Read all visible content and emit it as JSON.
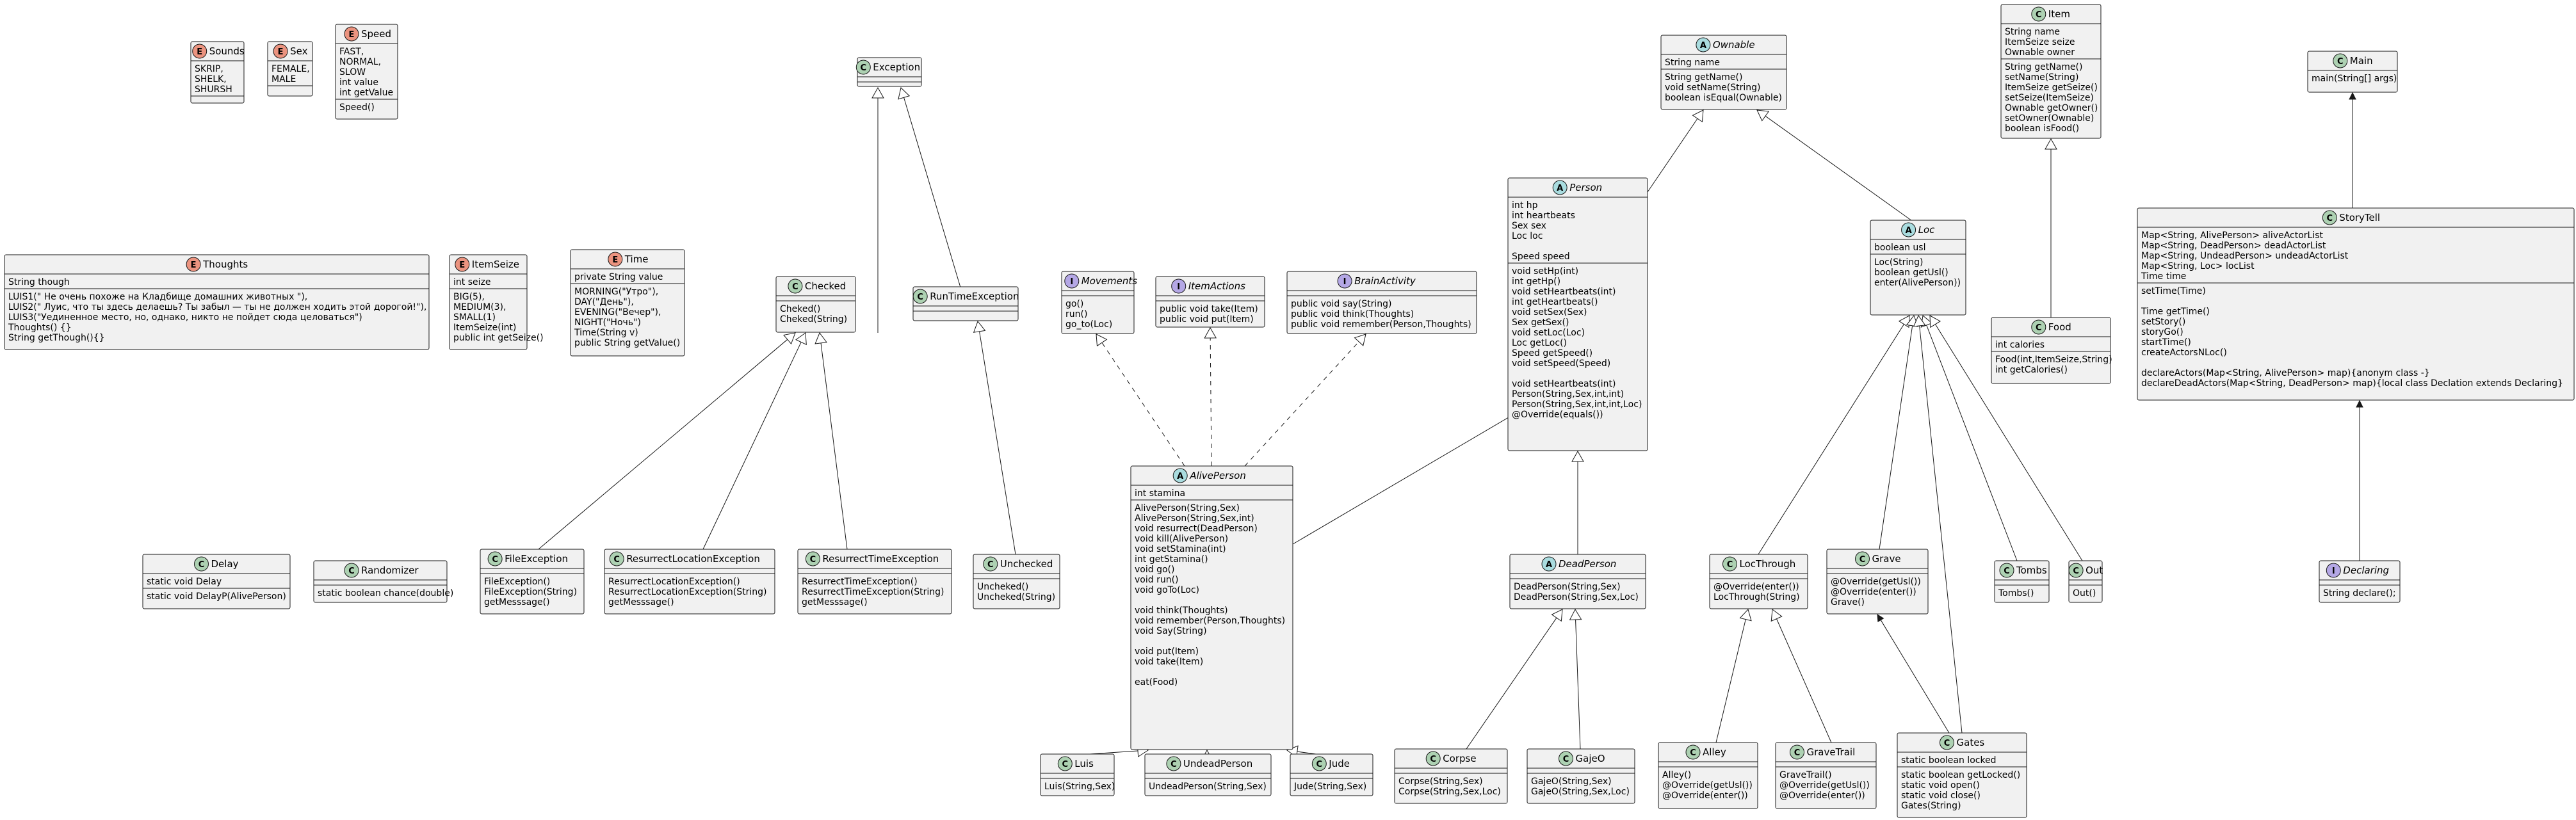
{
  "colors": {
    "class_badge": "#ADD1B2",
    "enum_badge": "#EB937F",
    "interface_badge": "#B4A7E5",
    "abstract_badge": "#A9DCDF",
    "box_fill": "#F1F1F1",
    "line": "#181818"
  },
  "nodes": [
    {
      "id": "Sounds",
      "kind": "E",
      "name": "Sounds",
      "abstract": false,
      "sections": [
        [
          "SKRIP,",
          "SHELK,",
          "SHURSH"
        ],
        []
      ]
    },
    {
      "id": "Sex",
      "kind": "E",
      "name": "Sex",
      "abstract": false,
      "sections": [
        [
          "FEMALE,",
          "MALE"
        ],
        []
      ]
    },
    {
      "id": "Speed",
      "kind": "E",
      "name": "Speed",
      "abstract": false,
      "sections": [
        [
          "FAST,",
          "NORMAL,",
          "SLOW",
          "int value",
          "int getValue"
        ],
        [
          "Speed()"
        ]
      ]
    },
    {
      "id": "Exception",
      "kind": "C",
      "name": "Exception",
      "abstract": false,
      "sections": [
        [],
        []
      ]
    },
    {
      "id": "Ownable",
      "kind": "A",
      "name": "Ownable",
      "abstract": true,
      "sections": [
        [
          "String name"
        ],
        [
          "String getName()",
          "void setName(String)",
          "boolean isEqual(Ownable)"
        ]
      ]
    },
    {
      "id": "Item",
      "kind": "C",
      "name": "Item",
      "abstract": false,
      "sections": [
        [
          "String name",
          "ItemSeize seize",
          "Ownable owner"
        ],
        [
          "String getName()",
          "setName(String)",
          "ItemSeize getSeize()",
          "setSeize(ItemSeize)",
          "Ownable getOwner()",
          "setOwner(Ownable)",
          "boolean isFood()"
        ]
      ]
    },
    {
      "id": "Main",
      "kind": "C",
      "name": "Main",
      "abstract": false,
      "sections": [
        [
          "main(String[] args)"
        ]
      ]
    },
    {
      "id": "Thoughts",
      "kind": "E",
      "name": "Thoughts",
      "abstract": false,
      "sections": [
        [
          "String though"
        ],
        [
          "LUIS1(\" Не очень похоже на Кладбище домашних животных \"),",
          "LUIS2(\" Луис, что ты здесь делаешь? Ты забыл — ты не должен ходить этой дорогой!\"),",
          "LUIS3(\"Уединенное место, но, однако, никто не пойдет сюда целоваться\")",
          "Thoughts() {}",
          "String getThough(){}"
        ]
      ]
    },
    {
      "id": "ItemSeize",
      "kind": "E",
      "name": "ItemSeize",
      "abstract": false,
      "sections": [
        [
          "int seize"
        ],
        [
          "BIG(5),",
          "MEDIUM(3),",
          "SMALL(1)",
          "ItemSeize(int)",
          "public int getSeize()"
        ]
      ]
    },
    {
      "id": "Time",
      "kind": "E",
      "name": "Time",
      "abstract": false,
      "sections": [
        [
          "private String value"
        ],
        [
          "MORNING(\"Утро\"),",
          "DAY(\"День\"),",
          "EVENING(\"Вечер\"),",
          "NIGHT(\"Ночь\")",
          "Time(String v)",
          "public String getValue()"
        ]
      ]
    },
    {
      "id": "Checked",
      "kind": "C",
      "name": "Checked",
      "abstract": false,
      "sections": [
        [],
        [
          "Cheked()",
          "Cheked(String)"
        ]
      ]
    },
    {
      "id": "RunTimeException",
      "kind": "C",
      "name": "RunTimeException",
      "abstract": false,
      "sections": [
        [],
        []
      ]
    },
    {
      "id": "Movements",
      "kind": "I",
      "name": "Movements",
      "abstract": true,
      "sections": [
        [],
        [
          "go()",
          "run()",
          "go_to(Loc)"
        ]
      ]
    },
    {
      "id": "ItemActions",
      "kind": "I",
      "name": "ItemActions",
      "abstract": true,
      "sections": [
        [],
        [
          "public void take(Item)",
          "public void put(Item)"
        ]
      ]
    },
    {
      "id": "BrainActivity",
      "kind": "I",
      "name": "BrainActivity",
      "abstract": true,
      "sections": [
        [],
        [
          "public void say(String)",
          "public void think(Thoughts)",
          "public void remember(Person,Thoughts)"
        ]
      ]
    },
    {
      "id": "Person",
      "kind": "A",
      "name": "Person",
      "abstract": true,
      "sections": [
        [
          "int hp",
          "int heartbeats",
          "Sex sex",
          "Loc loc",
          "",
          "Speed speed"
        ],
        [
          "void setHp(int)",
          "int getHp()",
          "void setHeartbeats(int)",
          "int getHeartbeats()",
          "void setSex(Sex)",
          "Sex getSex()",
          "void setLoc(Loc)",
          "Loc getLoc()",
          "Speed getSpeed()",
          "void setSpeed(Speed)",
          "",
          "void setHeartbeats(int)",
          "Person(String,Sex,int,int)",
          "Person(String,Sex,int,int,Loc)",
          "@Override(equals())"
        ]
      ]
    },
    {
      "id": "Loc",
      "kind": "A",
      "name": "Loc",
      "abstract": true,
      "sections": [
        [
          "boolean usl"
        ],
        [
          "Loc(String)",
          "boolean getUsl()",
          "enter(AlivePerson))"
        ]
      ]
    },
    {
      "id": "Food",
      "kind": "C",
      "name": "Food",
      "abstract": false,
      "sections": [
        [
          "int calories"
        ],
        [
          "Food(int,ItemSeize,String)",
          "int getCalories()"
        ]
      ]
    },
    {
      "id": "StoryTell",
      "kind": "C",
      "name": "StoryTell",
      "abstract": false,
      "sections": [
        [
          "Map<String, AlivePerson> aliveActorList",
          "Map<String, DeadPerson> deadActorList",
          "Map<String, UndeadPerson> undeadActorList",
          "Map<String, Loc> locList",
          "Time time"
        ],
        [
          "setTime(Time)",
          "",
          "Time getTime()",
          "setStory()",
          "storyGo()",
          "startTime()",
          "createActorsNLoc()",
          "",
          "declareActors(Map<String, AlivePerson> map){anonym class -}",
          "declareDeadActors(Map<String, DeadPerson> map){local class Declation extends Declaring}"
        ]
      ]
    },
    {
      "id": "AlivePerson",
      "kind": "A",
      "name": "AlivePerson",
      "abstract": true,
      "sections": [
        [
          "int stamina"
        ],
        [
          "AlivePerson(String,Sex)",
          "AlivePerson(String,Sex,int)",
          "void resurrect(DeadPerson)",
          "void kill(AlivePerson)",
          "void setStamina(int)",
          "int getStamina()",
          "void go()",
          "void run()",
          "void goTo(Loc)",
          "",
          "void think(Thoughts)",
          "void remember(Person,Thoughts)",
          "void Say(String)",
          "",
          "void put(Item)",
          "void take(Item)",
          "",
          "eat(Food)"
        ]
      ]
    },
    {
      "id": "Delay",
      "kind": "C",
      "name": "Delay",
      "abstract": false,
      "sections": [
        [
          "static void Delay"
        ],
        [
          "static void DelayP(AlivePerson)"
        ]
      ]
    },
    {
      "id": "Randomizer",
      "kind": "C",
      "name": "Randomizer",
      "abstract": false,
      "sections": [
        [],
        [
          "static boolean chance(double)"
        ]
      ]
    },
    {
      "id": "FileException",
      "kind": "C",
      "name": "FileException",
      "abstract": false,
      "sections": [
        [],
        [
          "FileException()",
          "FileException(String)",
          "getMesssage()"
        ]
      ]
    },
    {
      "id": "ResurrectLocationException",
      "kind": "C",
      "name": "ResurrectLocationException",
      "abstract": false,
      "sections": [
        [],
        [
          "ResurrectLocationException()",
          "ResurrectLocationException(String)",
          "getMesssage()"
        ]
      ]
    },
    {
      "id": "ResurrectTimeException",
      "kind": "C",
      "name": "ResurrectTimeException",
      "abstract": false,
      "sections": [
        [],
        [
          "ResurrectTimeException()",
          "ResurrectTimeException(String)",
          "getMesssage()"
        ]
      ]
    },
    {
      "id": "Unchecked",
      "kind": "C",
      "name": "Unchecked",
      "abstract": false,
      "sections": [
        [],
        [
          "Uncheked()",
          "Uncheked(String)"
        ]
      ]
    },
    {
      "id": "DeadPerson",
      "kind": "A",
      "name": "DeadPerson",
      "abstract": true,
      "sections": [
        [],
        [
          "DeadPerson(String,Sex)",
          "DeadPerson(String,Sex,Loc)"
        ]
      ]
    },
    {
      "id": "LocThrough",
      "kind": "C",
      "name": "LocThrough",
      "abstract": false,
      "sections": [
        [],
        [
          "@Override(enter())",
          "LocThrough(String)"
        ]
      ]
    },
    {
      "id": "Grave",
      "kind": "C",
      "name": "Grave",
      "abstract": false,
      "sections": [
        [],
        [
          "@Override(getUsl())",
          "@Override(enter())",
          "Grave()"
        ]
      ]
    },
    {
      "id": "Tombs",
      "kind": "C",
      "name": "Tombs",
      "abstract": false,
      "sections": [
        [],
        [
          "Tombs()"
        ]
      ]
    },
    {
      "id": "Out",
      "kind": "C",
      "name": "Out",
      "abstract": false,
      "sections": [
        [],
        [
          "Out()"
        ]
      ]
    },
    {
      "id": "Declaring",
      "kind": "I",
      "name": "Declaring",
      "abstract": true,
      "sections": [
        [],
        [
          "String declare();"
        ]
      ]
    },
    {
      "id": "Luis",
      "kind": "C",
      "name": "Luis",
      "abstract": false,
      "sections": [
        [],
        [
          "Luis(String,Sex)"
        ]
      ]
    },
    {
      "id": "UndeadPerson",
      "kind": "C",
      "name": "UndeadPerson",
      "abstract": false,
      "sections": [
        [],
        [
          "UndeadPerson(String,Sex)"
        ]
      ]
    },
    {
      "id": "Jude",
      "kind": "C",
      "name": "Jude",
      "abstract": false,
      "sections": [
        [],
        [
          "Jude(String,Sex)"
        ]
      ]
    },
    {
      "id": "Corpse",
      "kind": "C",
      "name": "Corpse",
      "abstract": false,
      "sections": [
        [],
        [
          "Corpse(String,Sex)",
          "Corpse(String,Sex,Loc)"
        ]
      ]
    },
    {
      "id": "GajeO",
      "kind": "C",
      "name": "GajeO",
      "abstract": false,
      "sections": [
        [],
        [
          "GajeO(String,Sex)",
          "GajeO(String,Sex,Loc)"
        ]
      ]
    },
    {
      "id": "Alley",
      "kind": "C",
      "name": "Alley",
      "abstract": false,
      "sections": [
        [],
        [
          "Alley()",
          "@Override(getUsl())",
          "@Override(enter())"
        ]
      ]
    },
    {
      "id": "GraveTrail",
      "kind": "C",
      "name": "GraveTrail",
      "abstract": false,
      "sections": [
        [],
        [
          "GraveTrail()",
          "@Override(getUsl())",
          "@Override(enter())"
        ]
      ]
    },
    {
      "id": "Gates",
      "kind": "C",
      "name": "Gates",
      "abstract": false,
      "sections": [
        [
          "static boolean locked"
        ],
        [
          "static boolean getLocked()",
          "static void open()",
          "static void close()",
          "Gates(String)"
        ]
      ]
    }
  ],
  "edges": [
    {
      "from": "Checked",
      "to": "Exception",
      "type": "extends"
    },
    {
      "from": "RunTimeException",
      "to": "Exception",
      "type": "extends"
    },
    {
      "from": "Person",
      "to": "Ownable",
      "type": "extends"
    },
    {
      "from": "Loc",
      "to": "Ownable",
      "type": "extends"
    },
    {
      "from": "Food",
      "to": "Item",
      "type": "extends"
    },
    {
      "from": "StoryTell",
      "to": "Main",
      "type": "uses"
    },
    {
      "from": "FileException",
      "to": "Checked",
      "type": "extends"
    },
    {
      "from": "ResurrectLocationException",
      "to": "Checked",
      "type": "extends"
    },
    {
      "from": "ResurrectTimeException",
      "to": "Checked",
      "type": "extends"
    },
    {
      "from": "Unchecked",
      "to": "RunTimeException",
      "type": "extends"
    },
    {
      "from": "AlivePerson",
      "to": "Movements",
      "type": "implements"
    },
    {
      "from": "AlivePerson",
      "to": "ItemActions",
      "type": "implements"
    },
    {
      "from": "AlivePerson",
      "to": "BrainActivity",
      "type": "implements"
    },
    {
      "from": "AlivePerson",
      "to": "Person",
      "type": "extends"
    },
    {
      "from": "DeadPerson",
      "to": "Person",
      "type": "extends"
    },
    {
      "from": "LocThrough",
      "to": "Loc",
      "type": "extends"
    },
    {
      "from": "Grave",
      "to": "Loc",
      "type": "extends"
    },
    {
      "from": "Tombs",
      "to": "Loc",
      "type": "extends"
    },
    {
      "from": "Out",
      "to": "Loc",
      "type": "extends"
    },
    {
      "from": "Gates",
      "to": "Loc",
      "type": "extends"
    },
    {
      "from": "Declaring",
      "to": "StoryTell",
      "type": "uses"
    },
    {
      "from": "Luis",
      "to": "AlivePerson",
      "type": "extends"
    },
    {
      "from": "UndeadPerson",
      "to": "AlivePerson",
      "type": "extends"
    },
    {
      "from": "Jude",
      "to": "AlivePerson",
      "type": "extends"
    },
    {
      "from": "Corpse",
      "to": "DeadPerson",
      "type": "extends"
    },
    {
      "from": "GajeO",
      "to": "DeadPerson",
      "type": "extends"
    },
    {
      "from": "Alley",
      "to": "LocThrough",
      "type": "extends"
    },
    {
      "from": "GraveTrail",
      "to": "LocThrough",
      "type": "extends"
    },
    {
      "from": "Gates",
      "to": "Grave",
      "type": "uses"
    }
  ]
}
